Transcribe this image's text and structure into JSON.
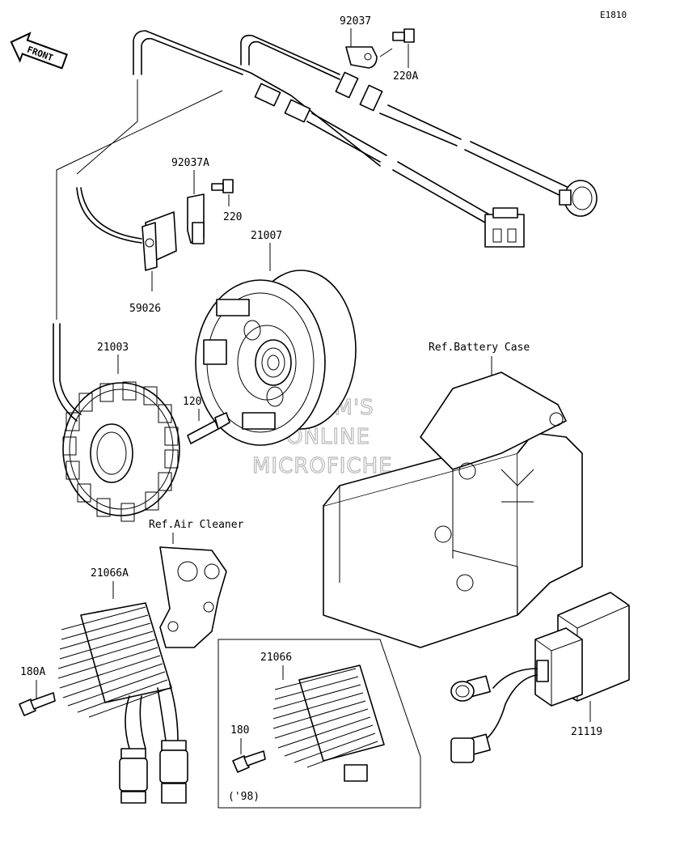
{
  "diagram_code": "E1810",
  "front_label": "FRONT",
  "watermark": [
    "HLSM'S",
    "ONLINE",
    "MICROFICHE"
  ],
  "parts": {
    "p92037": "92037",
    "p220A": "220A",
    "p92037A": "92037A",
    "p220": "220",
    "p21007": "21007",
    "p59026": "59026",
    "p21003": "21003",
    "p120": "120",
    "p21066A": "21066A",
    "p180A": "180A",
    "p21066": "21066",
    "p180": "180",
    "p21119": "21119"
  },
  "refs": {
    "battery_case": "Ref.Battery Case",
    "air_cleaner": "Ref.Air Cleaner"
  },
  "year_note": "('98)"
}
